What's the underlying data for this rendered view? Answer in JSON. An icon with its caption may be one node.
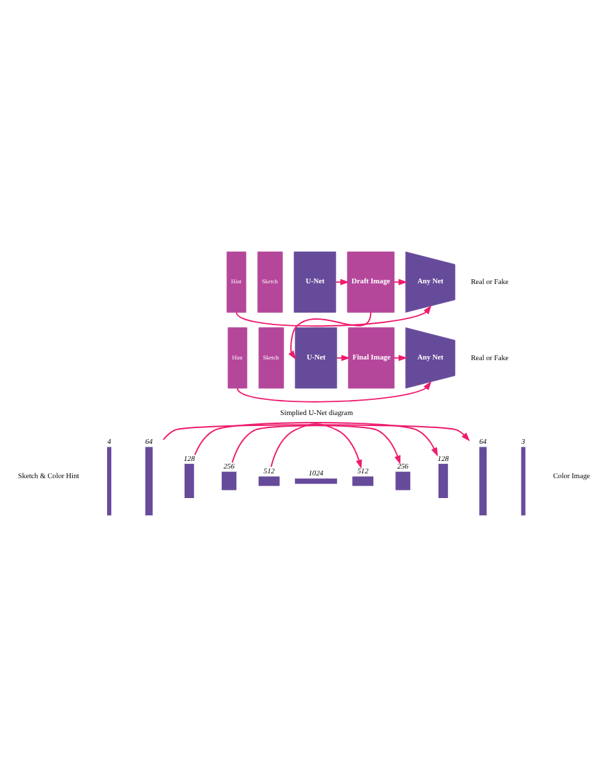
{
  "diagram": {
    "nodes": [
      {
        "text": [
          "Hint"
        ]
      },
      {
        "text": [
          "Sketch"
        ]
      },
      {
        "text": [
          "U-Net"
        ]
      },
      {
        "text": [
          "Draft Image"
        ]
      },
      {
        "text": [
          "Any Net"
        ],
        "beside": [
          "Real or Fake"
        ]
      },
      {
        "text": [
          "Hint"
        ]
      },
      {
        "text": [
          "Sketch"
        ]
      },
      {
        "text": [
          "U-Net"
        ]
      },
      {
        "text": [
          "Final Image"
        ]
      },
      {
        "text": [
          "Any Net"
        ],
        "beside": [
          "Real or Fake"
        ]
      },
      {
        "text": [
          "4"
        ]
      },
      {
        "text": [
          "64"
        ]
      },
      {
        "text": [
          "128"
        ]
      },
      {
        "text": [
          "256"
        ]
      },
      {
        "text": [
          "512"
        ]
      },
      {
        "text": [
          "1024"
        ]
      },
      {
        "text": [
          "512"
        ]
      },
      {
        "text": [
          "256"
        ]
      },
      {
        "text": [
          "128"
        ]
      },
      {
        "text": [
          "64"
        ]
      },
      {
        "text": [
          "3"
        ]
      }
    ],
    "edges": [
      {
        "from": 2,
        "to": 3,
        "arrow": "to"
      },
      {
        "from": 3,
        "to": 4,
        "arrow": "to"
      },
      {
        "from": 0,
        "to": 4,
        "arrow": "to"
      },
      {
        "from": 3,
        "to": 7,
        "arrow": "to"
      },
      {
        "from": 7,
        "to": 8,
        "arrow": "to"
      },
      {
        "from": 8,
        "to": 9,
        "arrow": "to"
      },
      {
        "from": 5,
        "to": 9,
        "arrow": "to"
      },
      {
        "from": 11,
        "to": 19,
        "arrow": "to"
      },
      {
        "from": 12,
        "to": 18,
        "arrow": "to"
      },
      {
        "from": 13,
        "to": 17,
        "arrow": "to"
      },
      {
        "from": 14,
        "to": 16,
        "arrow": "to"
      }
    ],
    "labels": [
      "Simplied U-Net diagram",
      "Sketch & Color Hint",
      "Color Image"
    ]
  }
}
